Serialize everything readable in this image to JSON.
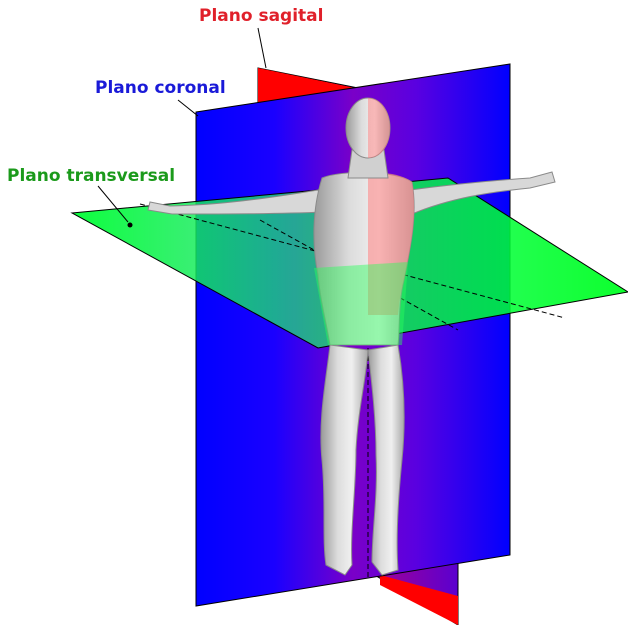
{
  "labels": {
    "sagital": "Plano sagital",
    "coronal": "Plano coronal",
    "transversal": "Plano transversal"
  },
  "colors": {
    "sagital": "#ff0000",
    "coronal": "#0000ff",
    "transversal": "#00ff00",
    "sagital_label": "#e0202a",
    "coronal_label": "#1a1ad8",
    "transversal_label": "#1b9a1b",
    "figure": "#cfcfcf"
  }
}
